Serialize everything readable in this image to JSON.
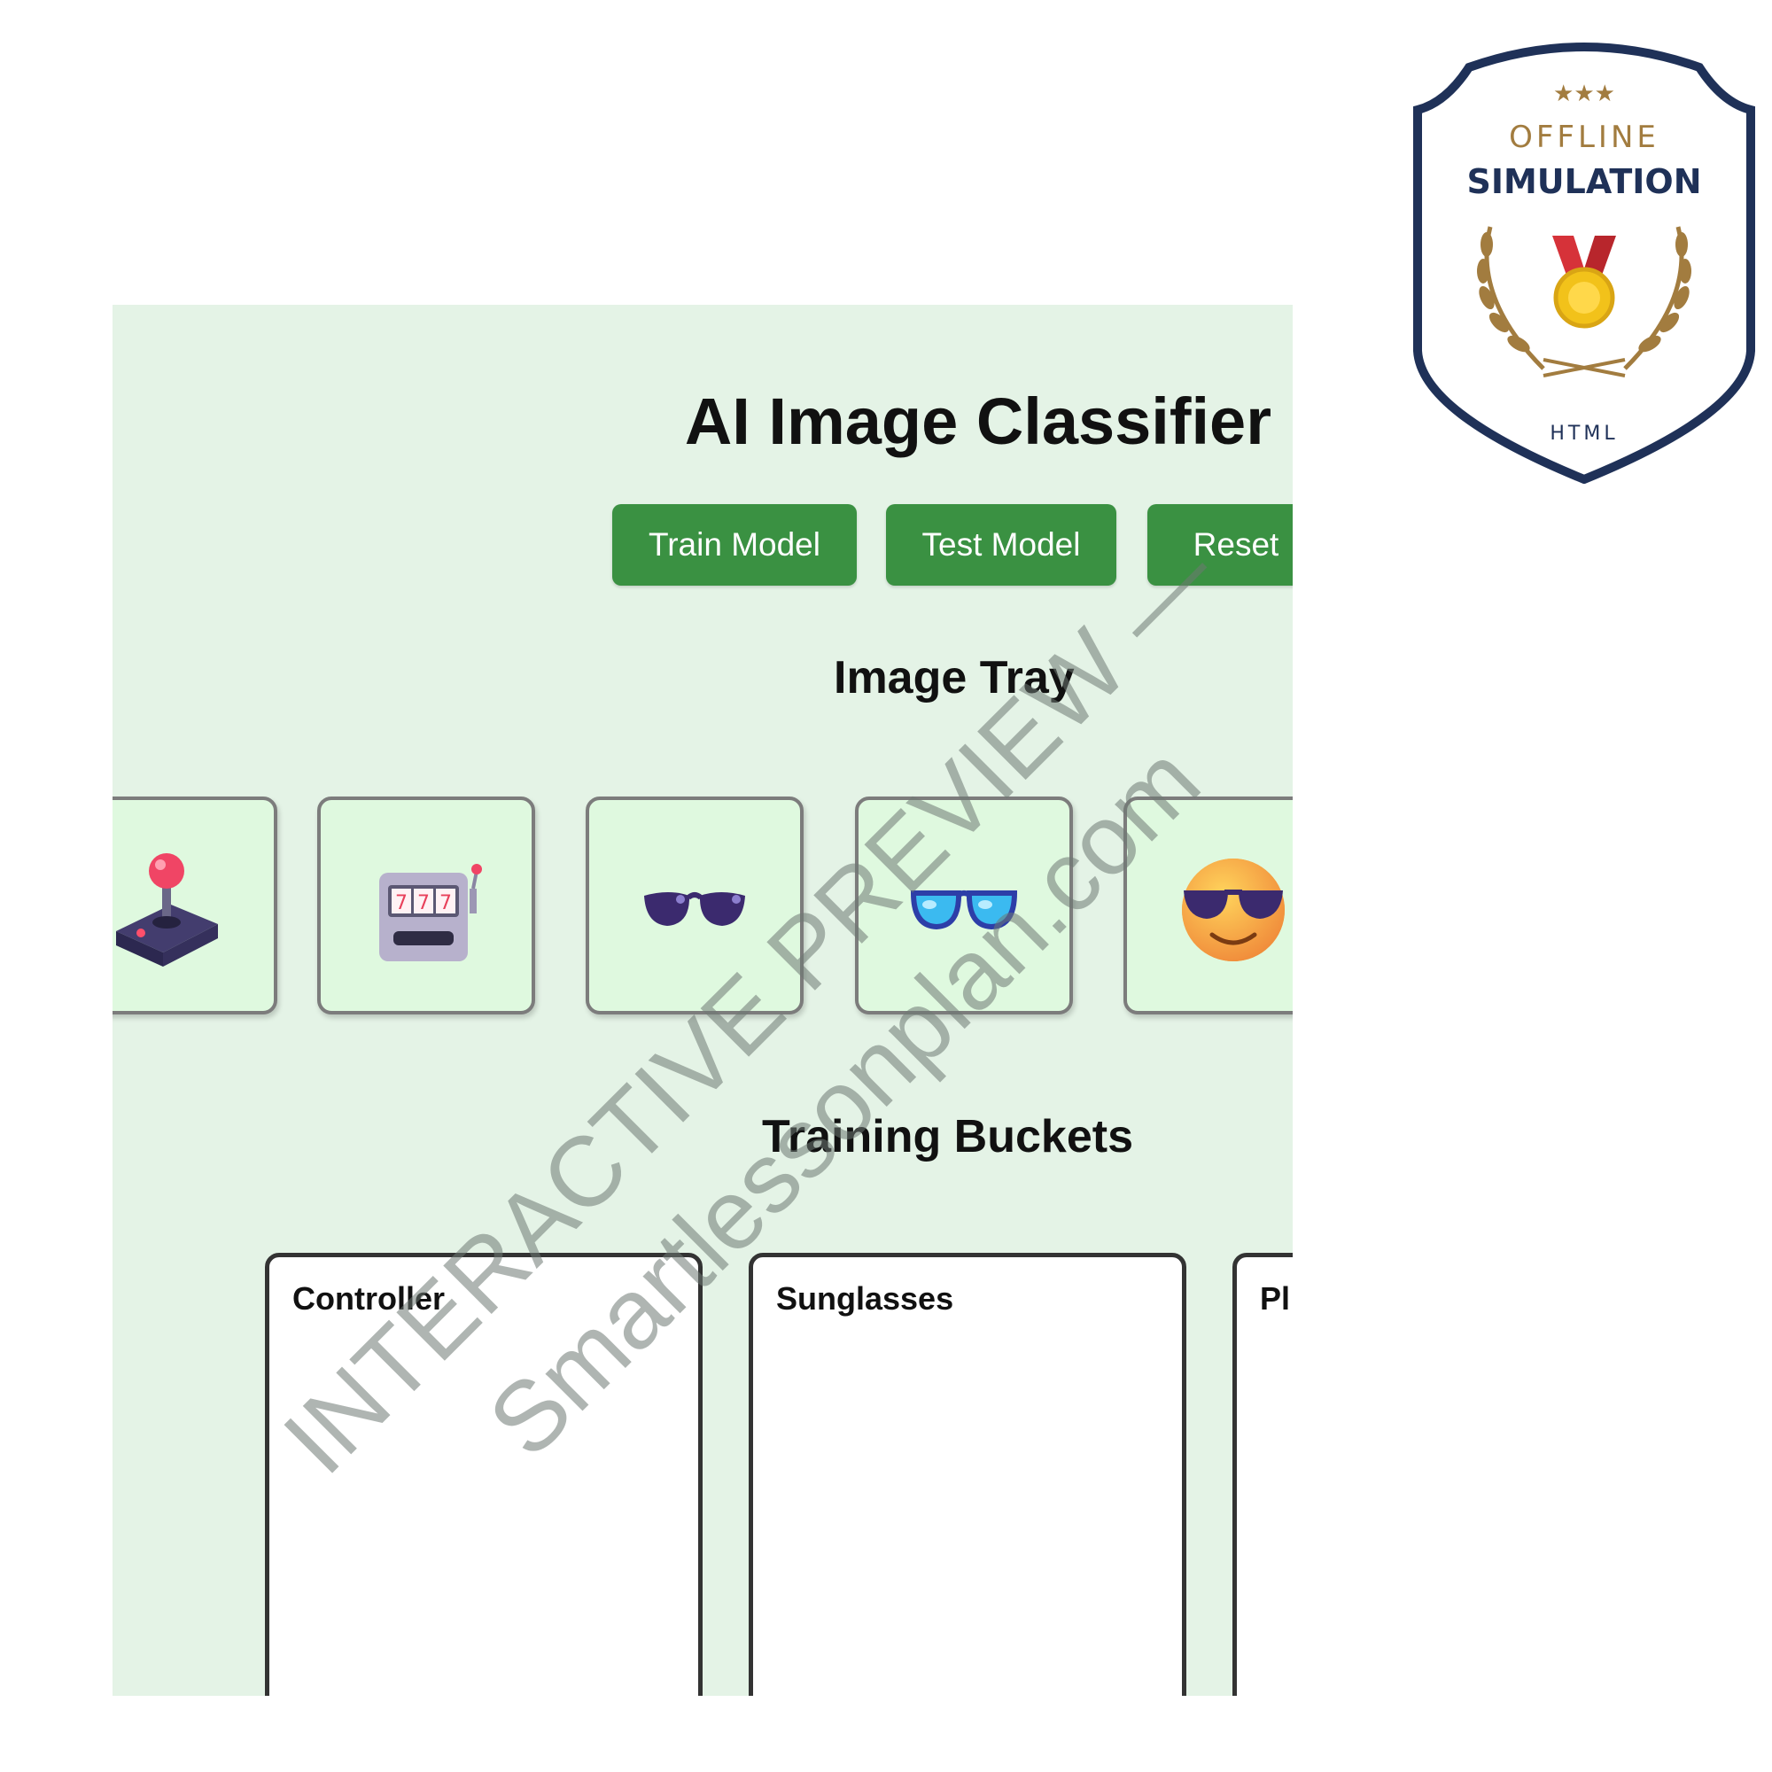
{
  "app": {
    "title": "AI Image Classifier",
    "buttons": {
      "train": "Train Model",
      "test": "Test Model",
      "reset": "Reset"
    },
    "tray": {
      "title": "Image Tray",
      "items": [
        {
          "icon": "joystick-icon"
        },
        {
          "icon": "slot-machine-icon"
        },
        {
          "icon": "dark-sunglasses-icon"
        },
        {
          "icon": "blue-glasses-icon"
        },
        {
          "icon": "smiling-face-with-sunglasses-icon"
        }
      ]
    },
    "buckets": {
      "title": "Training Buckets",
      "items": [
        {
          "label": "Controller"
        },
        {
          "label": "Sunglasses"
        },
        {
          "label": "Pl"
        }
      ]
    }
  },
  "watermark": {
    "line1": "INTERACTIVE PREVIEW —",
    "line2": "Smartlessonplan.com"
  },
  "badge": {
    "line1": "OFFLINE",
    "line2": "SIMULATION",
    "line3": "HTML"
  },
  "colors": {
    "app_background": "#e4f3e6",
    "button": "#3a9142",
    "card_background": "#dff9df",
    "badge_navy": "#1f3158",
    "badge_gold": "#a27c3f"
  }
}
